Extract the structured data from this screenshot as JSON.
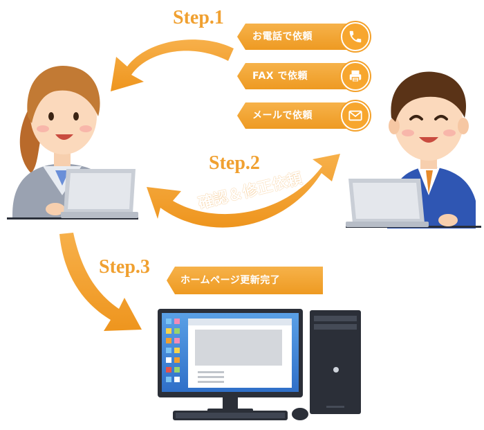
{
  "step1": {
    "title": "Step.1",
    "methods": [
      {
        "label": "お電話で依頼",
        "icon": "phone-icon"
      },
      {
        "label": "FAX で依頼",
        "icon": "fax-icon"
      },
      {
        "label": "メールで依頼",
        "icon": "mail-icon"
      }
    ]
  },
  "step2": {
    "title": "Step.2",
    "label": "確認＆修正依頼"
  },
  "step3": {
    "title": "Step.3",
    "label": "ホームページ更新完了"
  },
  "colors": {
    "accent_orange": "#f0a030",
    "arrow_orange": "#f3a43a",
    "label_white": "#ffffff"
  }
}
